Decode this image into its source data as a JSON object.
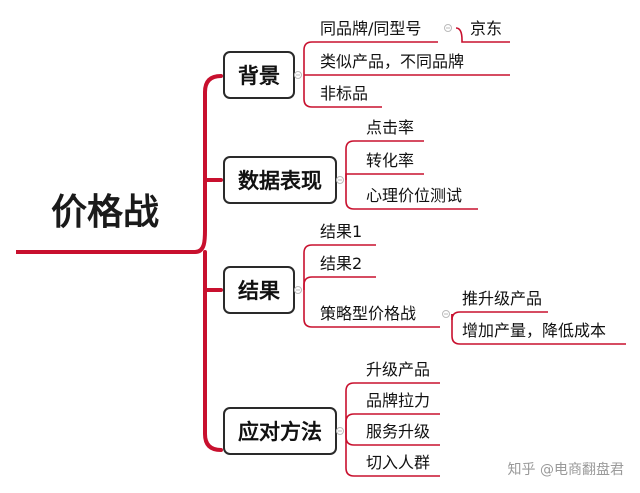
{
  "central_topic": "价格战",
  "branches": [
    {
      "label": "背景",
      "items": [
        {
          "text": "同品牌/同型号",
          "child": "京东"
        },
        {
          "text": "类似产品，不同品牌"
        },
        {
          "text": "非标品"
        }
      ]
    },
    {
      "label": "数据表现",
      "items": [
        {
          "text": "点击率"
        },
        {
          "text": "转化率"
        },
        {
          "text": "心理价位测试"
        }
      ]
    },
    {
      "label": "结果",
      "items": [
        {
          "text": "结果1"
        },
        {
          "text": "结果2"
        },
        {
          "text": "策略型价格战",
          "children": [
            "推升级产品",
            "增加产量，降低成本"
          ]
        }
      ]
    },
    {
      "label": "应对方法",
      "items": [
        {
          "text": "升级产品"
        },
        {
          "text": "品牌拉力"
        },
        {
          "text": "服务升级"
        },
        {
          "text": "切入人群"
        }
      ]
    }
  ],
  "watermark": "知乎 @电商翻盘君",
  "colors": {
    "spine": "#c8102e",
    "topic_underline": "#c8102e",
    "branch_box_border": "#2a2a2a",
    "item_underline": "#c8102e",
    "collapse_marker": "#bbbbbb"
  }
}
